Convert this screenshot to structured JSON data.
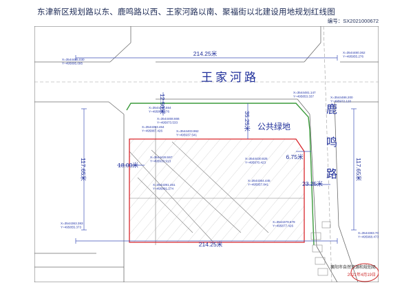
{
  "title": "东津新区规划路以东、鹿鸣路以西、王家河路以南、聚福街以北建设用地规划红线图",
  "doc_number": "编号：SX2021000672",
  "roads": {
    "north": "王家河路",
    "east": [
      "鹿",
      "鸣",
      "路"
    ]
  },
  "green_label": "公共绿地",
  "dimensions": {
    "top_width": "214.25米",
    "bottom_width": "214.25米",
    "left_height": "117.65米",
    "right_height": "117.65米",
    "north_setback": "12.50米",
    "green_depth": "35.25米",
    "west_setback": "18.00米",
    "east_small": "6.75米",
    "east_setback": "23.25米"
  },
  "coordinates": {
    "c1": "X=3544485.030\nY=495895.095",
    "c2": "X=3544480.362\nY=495955.276",
    "c3": "X=3544481.147\nY=495853.337",
    "c4": "X=3544468.554\nY=495855.176",
    "c5": "X=3544468.666\nY=495873.533",
    "c6": "X=3544486.200\nY=495972.120",
    "c7": "X=3544393.464\nY=495887.426",
    "c8": "X=3544403.962\nY=495937.541",
    "c9": "X=3544428.557\nY=495933.913",
    "c10": "X=3544430.825\nY=495970.423",
    "c11": "X=3544391.461\nY=495891.274",
    "c12": "X=3544364.445\nY=495957.841",
    "c13": "X=3544363.383\nY=495855.373",
    "c14": "X=3544379.679\nY=495877.426",
    "c15": "X=3544383.705\nY=495968.473"
  },
  "stamp": {
    "org": "襄阳市自然资源和规划局",
    "date": "2021年4月19日"
  },
  "colors": {
    "road_edge": "#6b6b6b",
    "green": "#3a9a3a",
    "red_line": "#d9262b",
    "dim_line": "#3d4fb8",
    "label_blue": "#1f2f9a",
    "coord_blue": "#2436a8",
    "stamp_red": "#cf2a2a"
  }
}
